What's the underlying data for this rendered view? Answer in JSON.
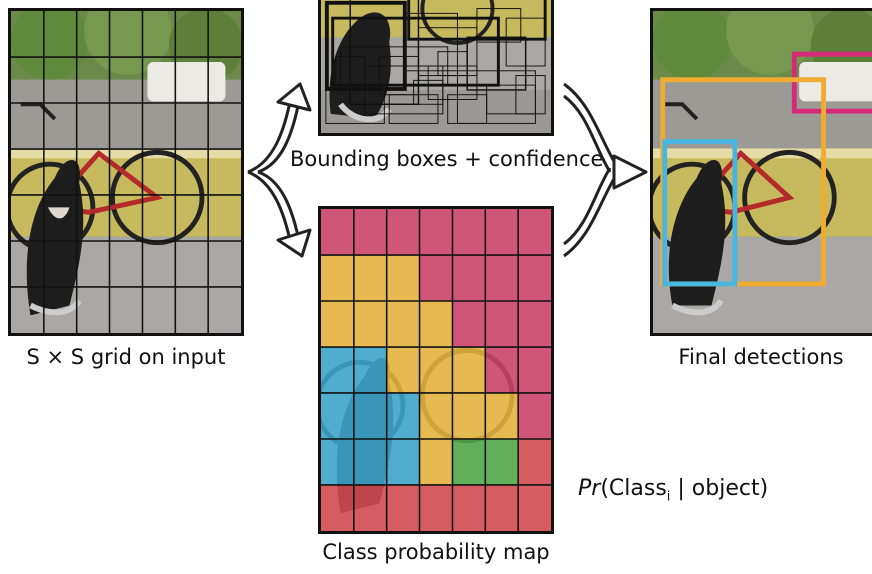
{
  "captions": {
    "grid": "S × S grid on input",
    "boxes": "Bounding boxes + confidence",
    "detections": "Final detections",
    "classmap": "Class probability map"
  },
  "formula": {
    "func": "Pr",
    "open": "(Class",
    "sub": "i",
    "rest": " | object)"
  },
  "colors": {
    "pink": "#d6426e",
    "yellow": "#f0bc3c",
    "cyan": "#3aacd6",
    "green": "#4faf4a",
    "red": "#dc4a52",
    "box_pink": "#d62a78",
    "box_yellow": "#f0ac30",
    "box_cyan": "#48b6e0"
  },
  "class_map": [
    [
      "P",
      "P",
      "P",
      "P",
      "P",
      "P",
      "P"
    ],
    [
      "Y",
      "Y",
      "Y",
      "P",
      "P",
      "P",
      "P"
    ],
    [
      "Y",
      "Y",
      "Y",
      "Y",
      "P",
      "P",
      "P"
    ],
    [
      "C",
      "C",
      "Y",
      "Y",
      "Y",
      "P",
      "P"
    ],
    [
      "C",
      "C",
      "C",
      "Y",
      "Y",
      "Y",
      "P"
    ],
    [
      "C",
      "C",
      "C",
      "Y",
      "G",
      "G",
      "R"
    ],
    [
      "R",
      "R",
      "R",
      "R",
      "R",
      "R",
      "R"
    ]
  ]
}
